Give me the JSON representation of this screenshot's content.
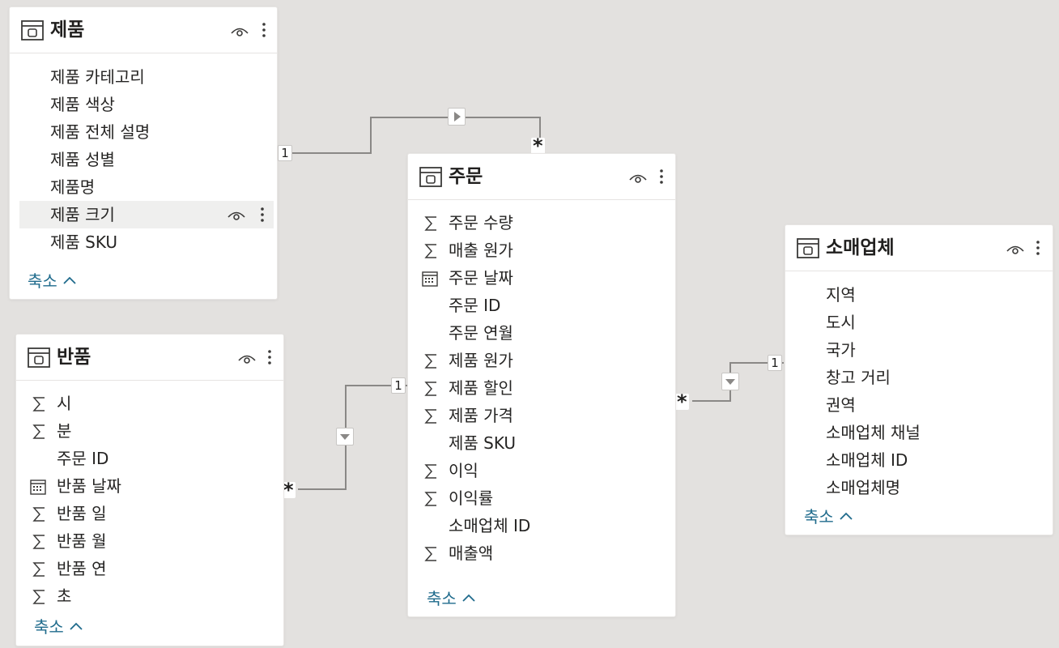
{
  "tables": {
    "product": {
      "title": "제품",
      "fields": [
        {
          "label": "제품 카테고리",
          "icon": "none"
        },
        {
          "label": "제품 색상",
          "icon": "none"
        },
        {
          "label": "제품 전체 설명",
          "icon": "none"
        },
        {
          "label": "제품 성별",
          "icon": "none"
        },
        {
          "label": "제품명",
          "icon": "none"
        },
        {
          "label": "제품 크기",
          "icon": "none",
          "selected": true
        },
        {
          "label": "제품 SKU",
          "icon": "none"
        }
      ],
      "collapse_label": "축소"
    },
    "returns": {
      "title": "반품",
      "fields": [
        {
          "label": "시",
          "icon": "sigma-icon"
        },
        {
          "label": "분",
          "icon": "sigma-icon"
        },
        {
          "label": "주문 ID",
          "icon": "none"
        },
        {
          "label": "반품 날짜",
          "icon": "calendar-icon"
        },
        {
          "label": "반품 일",
          "icon": "sigma-icon"
        },
        {
          "label": "반품 월",
          "icon": "sigma-icon"
        },
        {
          "label": "반품 연",
          "icon": "sigma-icon"
        },
        {
          "label": "초",
          "icon": "sigma-icon"
        }
      ],
      "collapse_label": "축소"
    },
    "orders": {
      "title": "주문",
      "fields": [
        {
          "label": "주문 수량",
          "icon": "sigma-icon"
        },
        {
          "label": "매출 원가",
          "icon": "sigma-icon"
        },
        {
          "label": "주문 날짜",
          "icon": "calendar-icon"
        },
        {
          "label": "주문 ID",
          "icon": "none"
        },
        {
          "label": "주문 연월",
          "icon": "none"
        },
        {
          "label": "제품 원가",
          "icon": "sigma-icon"
        },
        {
          "label": "제품 할인",
          "icon": "sigma-icon"
        },
        {
          "label": "제품 가격",
          "icon": "sigma-icon"
        },
        {
          "label": "제품 SKU",
          "icon": "none"
        },
        {
          "label": "이익",
          "icon": "sigma-icon"
        },
        {
          "label": "이익률",
          "icon": "sigma-icon"
        },
        {
          "label": "소매업체 ID",
          "icon": "none"
        },
        {
          "label": "매출액",
          "icon": "sigma-icon"
        }
      ],
      "collapse_label": "축소"
    },
    "retailer": {
      "title": "소매업체",
      "fields": [
        {
          "label": "지역",
          "icon": "none"
        },
        {
          "label": "도시",
          "icon": "none"
        },
        {
          "label": "국가",
          "icon": "none"
        },
        {
          "label": "창고 거리",
          "icon": "none"
        },
        {
          "label": "권역",
          "icon": "none"
        },
        {
          "label": "소매업체 채널",
          "icon": "none"
        },
        {
          "label": "소매업체 ID",
          "icon": "none"
        },
        {
          "label": "소매업체명",
          "icon": "none"
        }
      ],
      "collapse_label": "축소"
    }
  },
  "relationships": [
    {
      "from": "제품",
      "to": "주문",
      "one_label": "1",
      "many_label": "*",
      "direction": "right"
    },
    {
      "from": "주문",
      "to": "반품",
      "one_label": "1",
      "many_label": "*",
      "direction": "down"
    },
    {
      "from": "소매업체",
      "to": "주문",
      "one_label": "1",
      "many_label": "*",
      "direction": "down"
    }
  ],
  "colors": {
    "canvas": "#e3e1df",
    "card": "#ffffff",
    "text": "#252423",
    "link": "#1f6b8c",
    "connector": "#8a8886"
  }
}
